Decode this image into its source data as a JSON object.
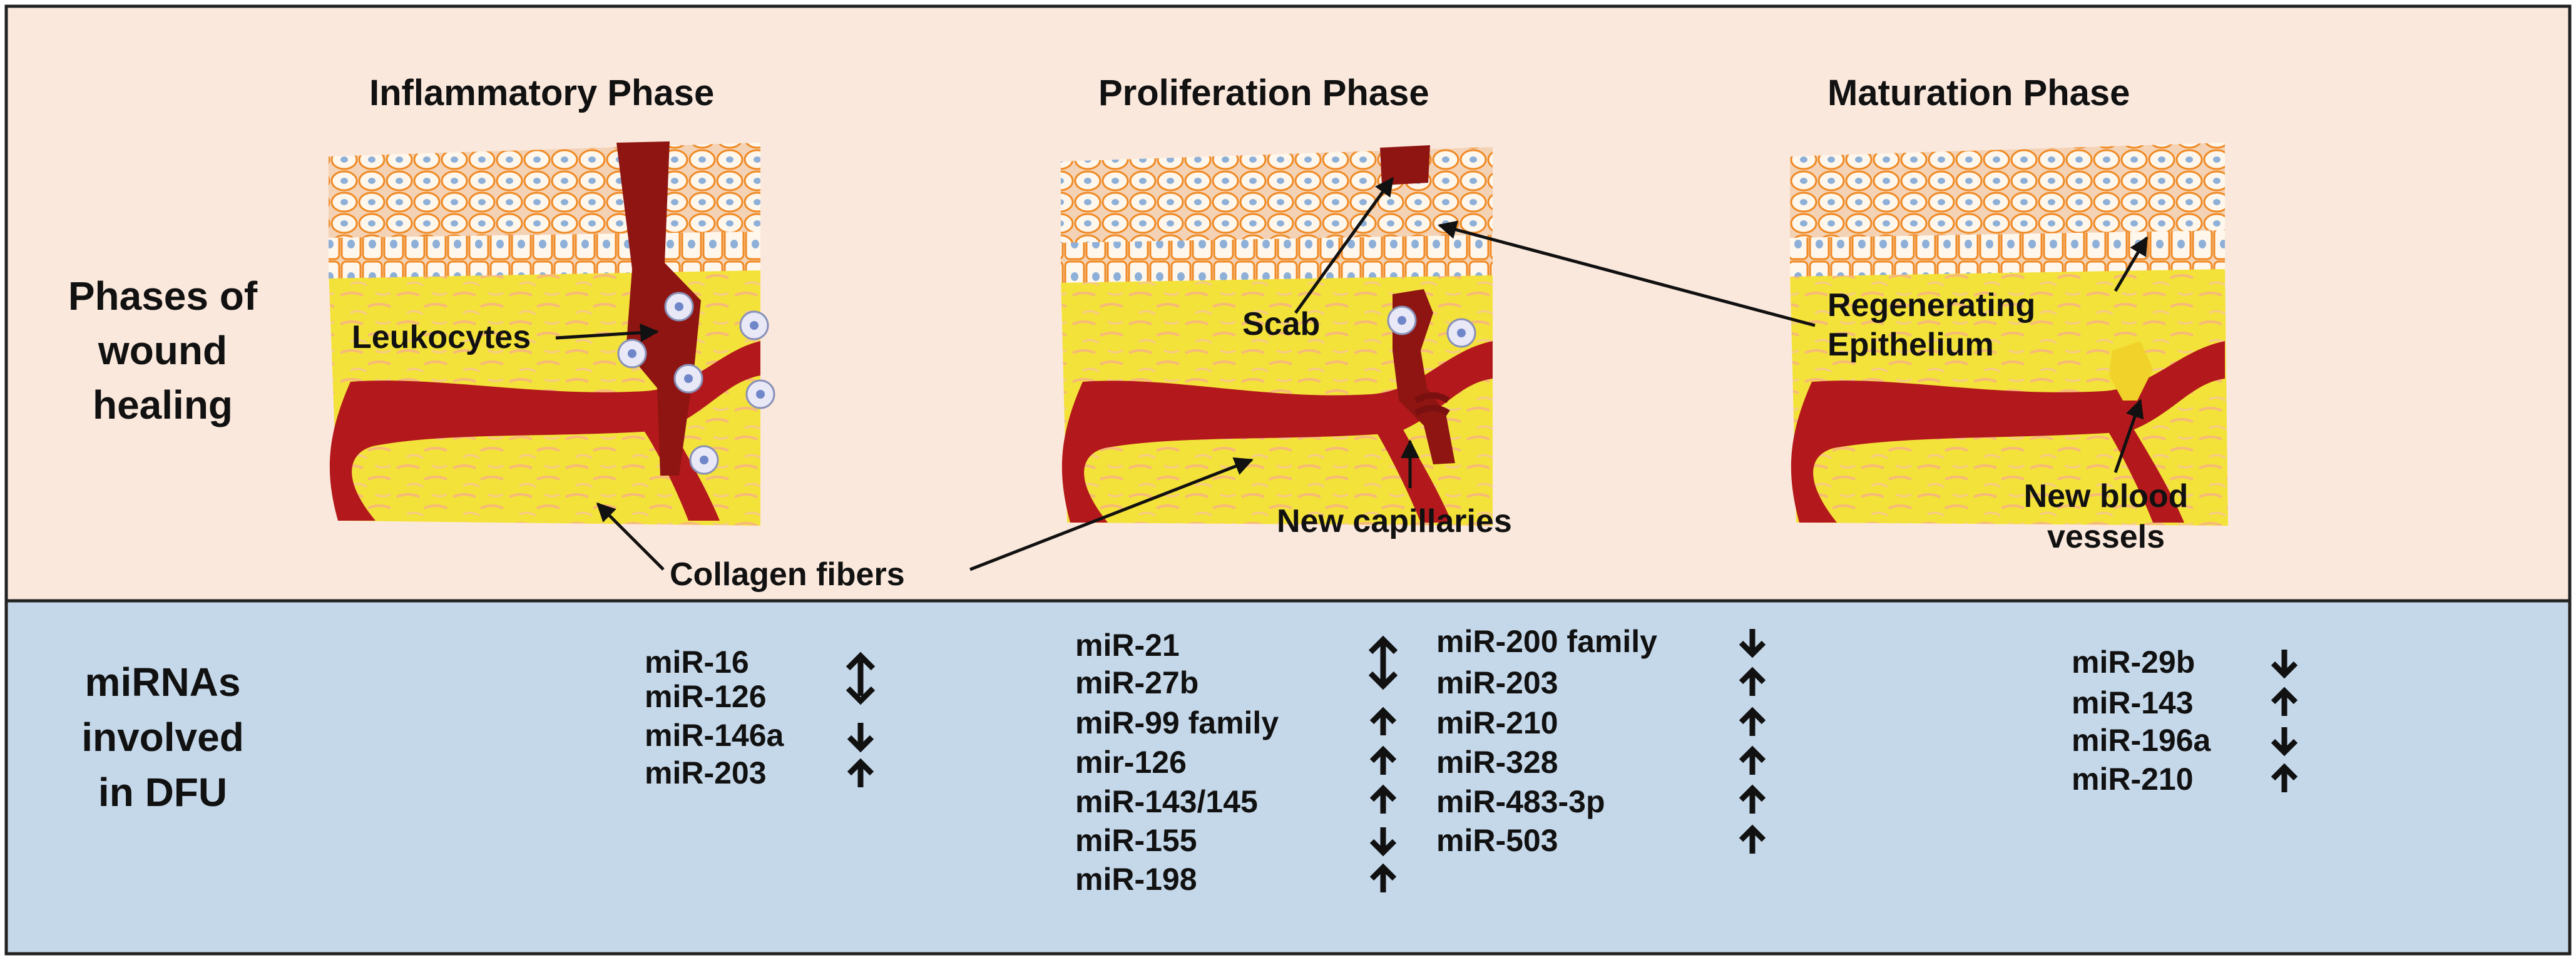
{
  "figure": {
    "phase_titles": [
      "Inflammatory Phase",
      "Proliferation Phase",
      "Maturation Phase"
    ],
    "top_row_label": [
      "Phases of",
      "wound",
      "healing"
    ],
    "bottom_row_label": [
      "miRNAs",
      "involved",
      "in DFU"
    ],
    "colors": {
      "top_band": "#fbe8dc",
      "bottom_band": "#c5d8ea",
      "epithelium_cell": "#fff7ec",
      "cell_outline": "#f08a24",
      "nucleus": "#8eb0d8",
      "dermis": "#f3e23a",
      "fiber": "#f7b97a",
      "vessel": "#b3191c",
      "wound": "#8e1512"
    },
    "annotations": {
      "leukocytes": "Leukocytes",
      "scab": "Scab",
      "regenerating": [
        "Regenerating",
        "Epithelium"
      ],
      "new_capillaries": "New capillaries",
      "collagen": "Collagen fibers",
      "new_blood": [
        "New blood",
        "vessels"
      ]
    }
  },
  "mirnas": {
    "inflammatory": [
      {
        "name": "miR-16",
        "direction": "up-down-icon"
      },
      {
        "name": "miR-126",
        "direction": ""
      },
      {
        "name": "miR-146a",
        "direction": "down-arrow-icon"
      },
      {
        "name": "miR-203",
        "direction": "up-arrow-icon"
      }
    ],
    "proliferation_left": [
      {
        "name": "miR-21",
        "direction": "up-down-icon"
      },
      {
        "name": "miR-27b",
        "direction": ""
      },
      {
        "name": "miR-99 family",
        "direction": "up-arrow-icon"
      },
      {
        "name": "mir-126",
        "direction": "up-arrow-icon"
      },
      {
        "name": "miR-143/145",
        "direction": "up-arrow-icon"
      },
      {
        "name": "miR-155",
        "direction": "down-arrow-icon"
      },
      {
        "name": "miR-198",
        "direction": "up-arrow-icon"
      }
    ],
    "proliferation_right": [
      {
        "name": "miR-200 family",
        "direction": "down-arrow-icon"
      },
      {
        "name": "miR-203",
        "direction": "up-arrow-icon"
      },
      {
        "name": "miR-210",
        "direction": "up-arrow-icon"
      },
      {
        "name": "miR-328",
        "direction": "up-arrow-icon"
      },
      {
        "name": "miR-483-3p",
        "direction": "up-arrow-icon"
      },
      {
        "name": "miR-503",
        "direction": "up-arrow-icon"
      }
    ],
    "maturation": [
      {
        "name": "miR-29b",
        "direction": "down-arrow-icon"
      },
      {
        "name": "miR-143",
        "direction": "up-arrow-icon"
      },
      {
        "name": "miR-196a",
        "direction": "down-arrow-icon"
      },
      {
        "name": "miR-210",
        "direction": "up-arrow-icon"
      }
    ]
  }
}
